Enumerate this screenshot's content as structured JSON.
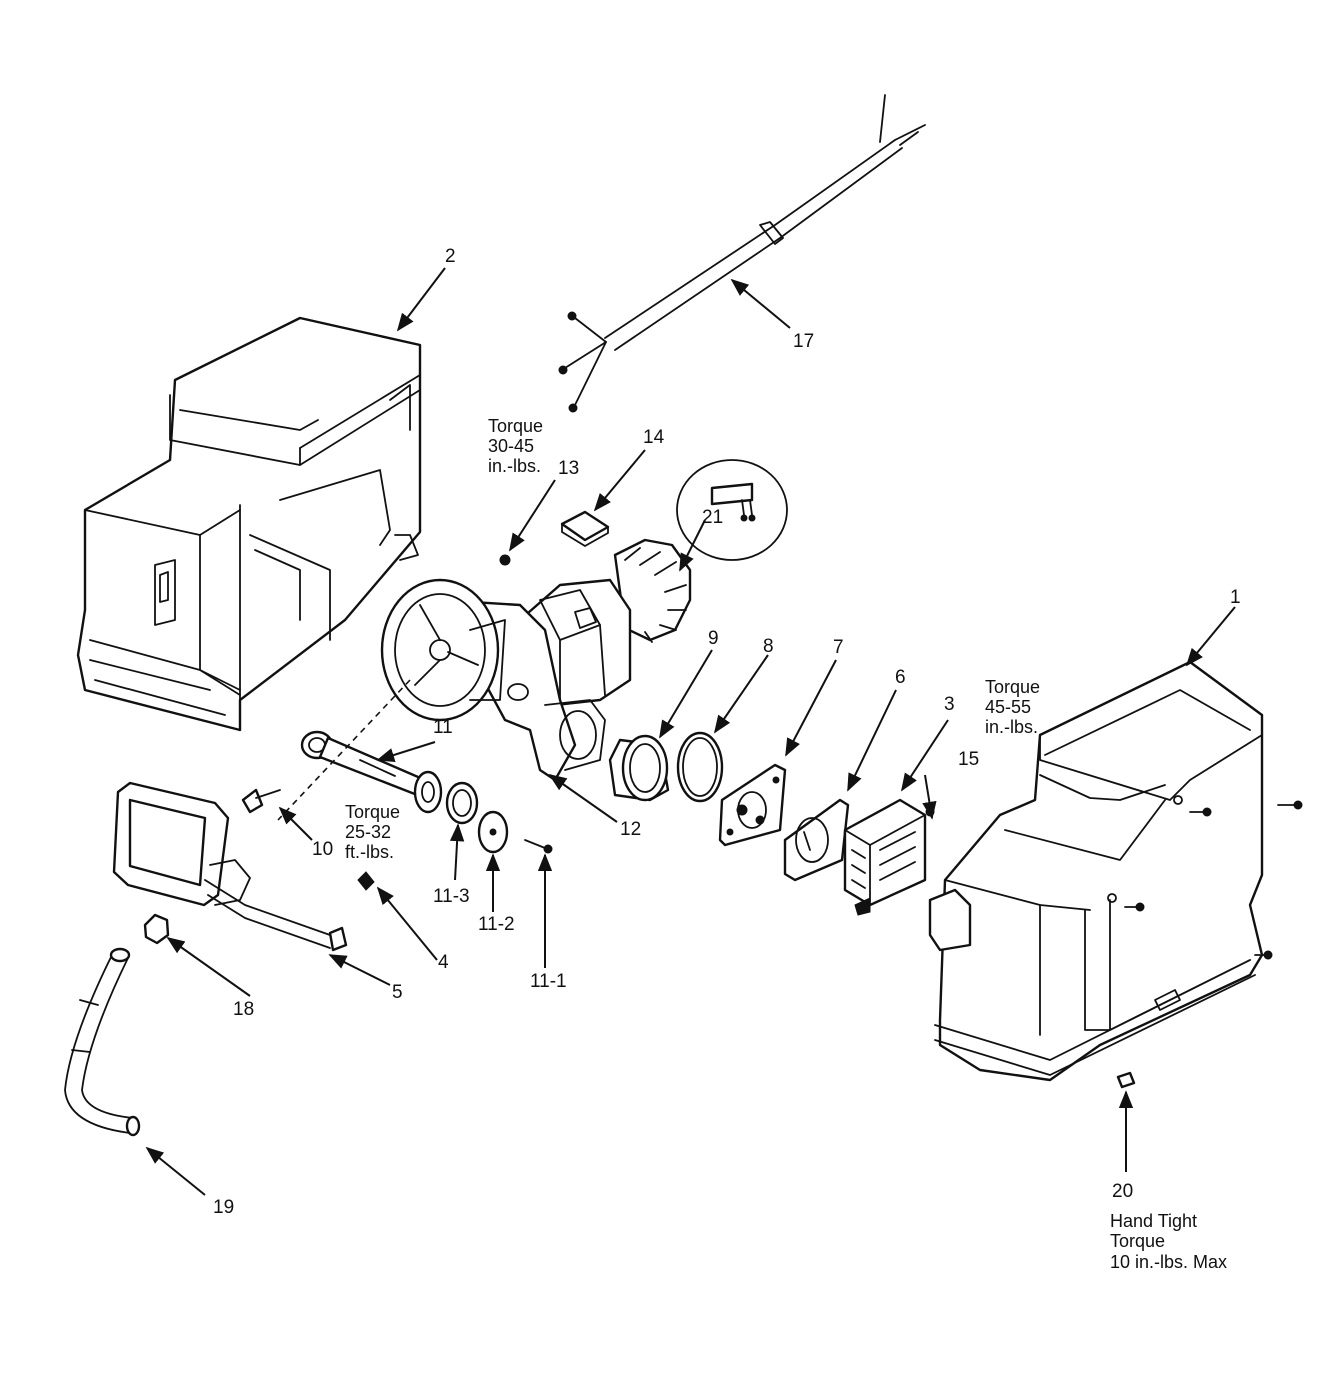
{
  "part_labels": {
    "p1": "1",
    "p2": "2",
    "p3": "3",
    "p4": "4",
    "p5": "5",
    "p6": "6",
    "p7": "7",
    "p8": "8",
    "p9": "9",
    "p10": "10",
    "p11": "11",
    "p11_1": "11-1",
    "p11_2": "11-2",
    "p11_3": "11-3",
    "p12": "12",
    "p13": "13",
    "p14": "14",
    "p15": "15",
    "p17": "17",
    "p18": "18",
    "p19": "19",
    "p20": "20",
    "p21": "21"
  },
  "torque_notes": {
    "part13": [
      "Torque",
      "30-45",
      "in.-lbs."
    ],
    "part1": [
      "Torque",
      "45-55",
      "in.-lbs."
    ],
    "part11": [
      "Torque",
      "25-32",
      "ft.-lbs."
    ],
    "part20": [
      "Hand Tight",
      "Torque",
      "10 in.-lbs. Max"
    ]
  }
}
